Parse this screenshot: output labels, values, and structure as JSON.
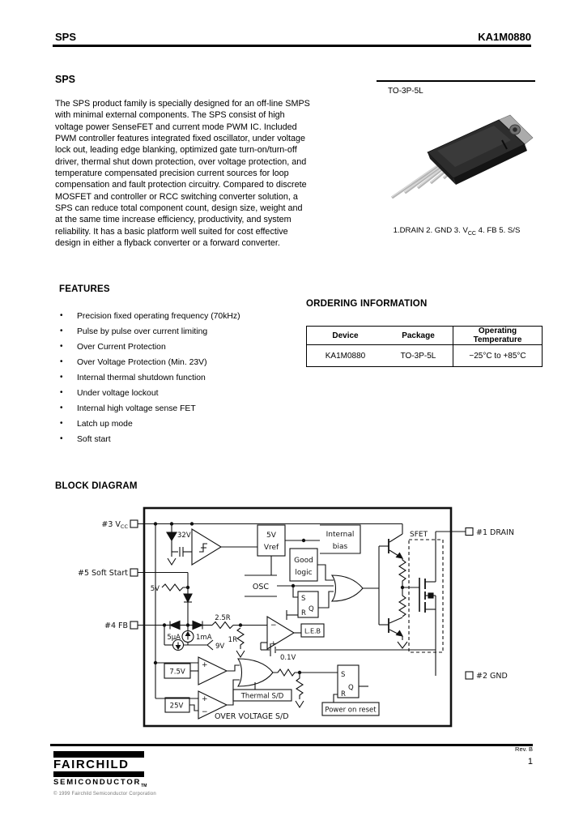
{
  "header": {
    "left": "SPS",
    "right": "KA1M0880"
  },
  "intro": {
    "title": "SPS",
    "body": "The SPS product family is specially designed for an off-line SMPS with minimal external components. The SPS consist of high voltage power SenseFET and current mode PWM IC. Included PWM controller features integrated fixed oscillator, under voltage lock out, leading edge blanking, optimized gate turn-on/turn-off driver, thermal shut down protection, over voltage protection, and temperature compensated precision current sources for loop compensation and fault protection circuitry.  Compared to discrete MOSFET and controller or RCC switching converter solution, a SPS can reduce total component count, design size, weight and at the same time increase efficiency, productivity, and system reliability. It has a basic platform well suited for cost effective design in either a flyback converter or a forward converter."
  },
  "package": {
    "name": "TO-3P-5L",
    "pins_pre": "1.DRAIN  2. GND  3. V",
    "pins_sub": "CC",
    "pins_post": "  4. FB  5. S/S"
  },
  "features": {
    "title": "FEATURES",
    "items": [
      "Precision fixed operating frequency (70kHz)",
      "Pulse by pulse over current limiting",
      "Over Current Protection",
      "Over Voltage Protection (Min. 23V)",
      "Internal thermal shutdown function",
      "Under voltage lockout",
      "Internal high voltage sense FET",
      "Latch up mode",
      "Soft start"
    ]
  },
  "ordering": {
    "title": "ORDERING INFORMATION",
    "columns": [
      "Device",
      "Package",
      "Operating Temperature"
    ],
    "rows": [
      [
        "KA1M0880",
        "TO-3P-5L",
        "−25°C to +85°C"
      ]
    ]
  },
  "diagram": {
    "title": "BLOCK DIAGRAM",
    "pins": {
      "p3_pre": "#3 V",
      "p3_sub": "CC",
      "p5": "#5 Soft Start",
      "p4": "#4 FB",
      "p1": "#1 DRAIN",
      "p2": "#2 GND"
    },
    "blocks": {
      "vref1": "5V",
      "vref2": "Vref",
      "bias1": "Internal",
      "bias2": "bias",
      "good1": "Good",
      "good2": "logic",
      "osc": "OSC",
      "leb": "L.E.B",
      "v75": "7.5V",
      "v25": "25V",
      "thermal": "Thermal S/D",
      "por": "Power on reset"
    },
    "labels": {
      "z32": "32V",
      "r5v": "5V",
      "i5": "5μA",
      "i1": "1mA",
      "r25": "2.5R",
      "z9": "9V",
      "r1": "1R",
      "v01": "0.1V",
      "sfet": "SFET",
      "ovsd": "OVER VOLTAGE S/D",
      "s": "S",
      "r": "R",
      "q": "Q",
      "plus": "+",
      "minus": "−"
    }
  },
  "footer": {
    "rev": "Rev. B",
    "page_number": "1",
    "brand_line1": "FAIRCHILD",
    "brand_line2": "SEMICONDUCTOR",
    "brand_tm": "TM",
    "copyright": "© 1999 Fairchild Semiconductor Corporation"
  }
}
